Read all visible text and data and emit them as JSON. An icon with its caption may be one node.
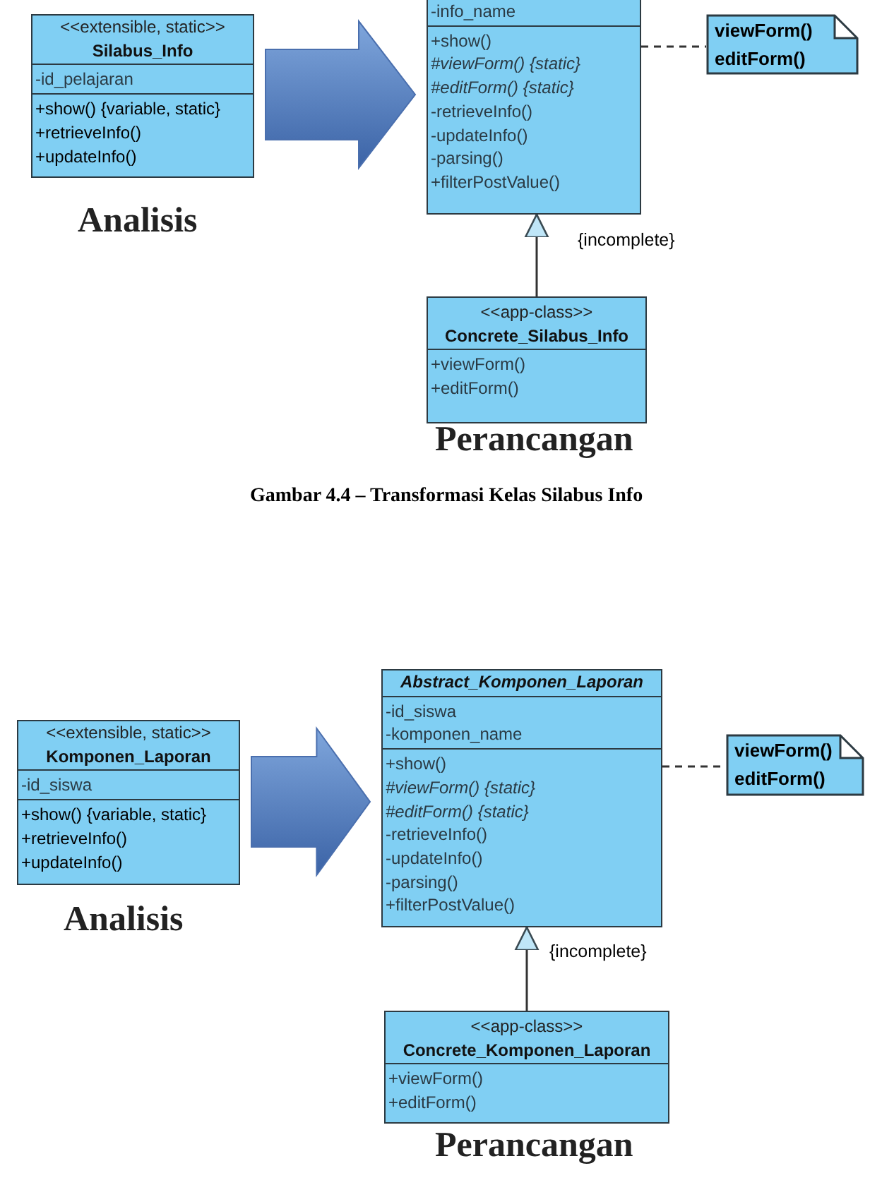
{
  "diagram": {
    "nodes": [
      {
        "text": [
          "<<extensible, static>>",
          "Silabus_Info",
          "-id_pelajaran",
          "+show() {variable, static}",
          "+retrieveInfo()",
          "+updateInfo()"
        ]
      },
      {
        "text": [
          "-info_name",
          "+show()",
          "#viewForm() {static}",
          "#editForm() {static}",
          "-retrieveInfo()",
          "-updateInfo()",
          "-parsing()",
          "+filterPostValue()"
        ]
      },
      {
        "text": [
          "viewForm()",
          "editForm()"
        ]
      },
      {
        "text": [
          "<<app-class>>",
          "Concrete_Silabus_Info",
          "+viewForm()",
          "+editForm()"
        ]
      },
      {
        "text": [
          "<<extensible, static>>",
          "Komponen_Laporan",
          "-id_siswa",
          "+show() {variable, static}",
          "+retrieveInfo()",
          "+updateInfo()"
        ]
      },
      {
        "text": [
          "Abstract_Komponen_Laporan",
          "-id_siswa",
          "-komponen_name",
          "+show()",
          "#viewForm() {static}",
          "#editForm() {static}",
          "-retrieveInfo()",
          "-updateInfo()",
          "-parsing()",
          "+filterPostValue()"
        ]
      },
      {
        "text": [
          "viewForm()",
          "editForm()"
        ]
      },
      {
        "text": [
          "<<app-class>>",
          "Concrete_Komponen_Laporan",
          "+viewForm()",
          "+editForm()"
        ]
      }
    ],
    "edges": [
      {
        "from": 0,
        "to": 1,
        "arrow": "to",
        "style": "thick"
      },
      {
        "from": 1,
        "to": 2,
        "arrow": "none",
        "style": "dashed"
      },
      {
        "from": 3,
        "to": 1,
        "arrow": "to",
        "label": "{incomplete}"
      },
      {
        "from": 4,
        "to": 5,
        "arrow": "to",
        "style": "thick"
      },
      {
        "from": 5,
        "to": 6,
        "arrow": "none",
        "style": "dashed"
      },
      {
        "from": 7,
        "to": 5,
        "arrow": "to",
        "label": "{incomplete}"
      }
    ],
    "labels": [
      "Analisis",
      "Perancangan",
      "Gambar 4.4 – Transformasi Kelas Silabus Info",
      "Analisis",
      "Perancangan"
    ]
  }
}
